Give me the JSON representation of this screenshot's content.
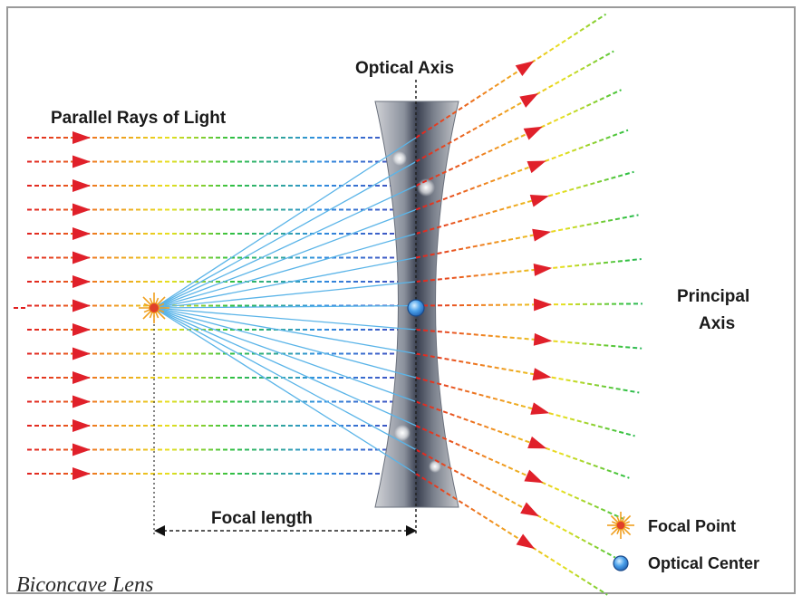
{
  "diagram": {
    "title": "Biconcave Lens",
    "labels": {
      "parallel_rays": "Parallel Rays of Light",
      "optical_axis": "Optical Axis",
      "principal_axis_line1": "Principal",
      "principal_axis_line2": "Axis",
      "focal_length": "Focal length"
    },
    "legend": [
      {
        "label": "Focal Point",
        "icon": "focal-point-icon"
      },
      {
        "label": "Optical Center",
        "icon": "optical-center-icon"
      }
    ],
    "colors": {
      "frame": "#9a9a9a",
      "lens_dark": "#3a4050",
      "lens_light": "#c8c8c8",
      "arrow": "#e0202a",
      "focal_lines": "#5ab4e8",
      "optical_center": "#3a8ee0",
      "focal_point": "#f0a020"
    },
    "ray_gradient": [
      "#e02020",
      "#f09020",
      "#f0e020",
      "#30c040",
      "#3090e0",
      "#6040c0"
    ]
  }
}
